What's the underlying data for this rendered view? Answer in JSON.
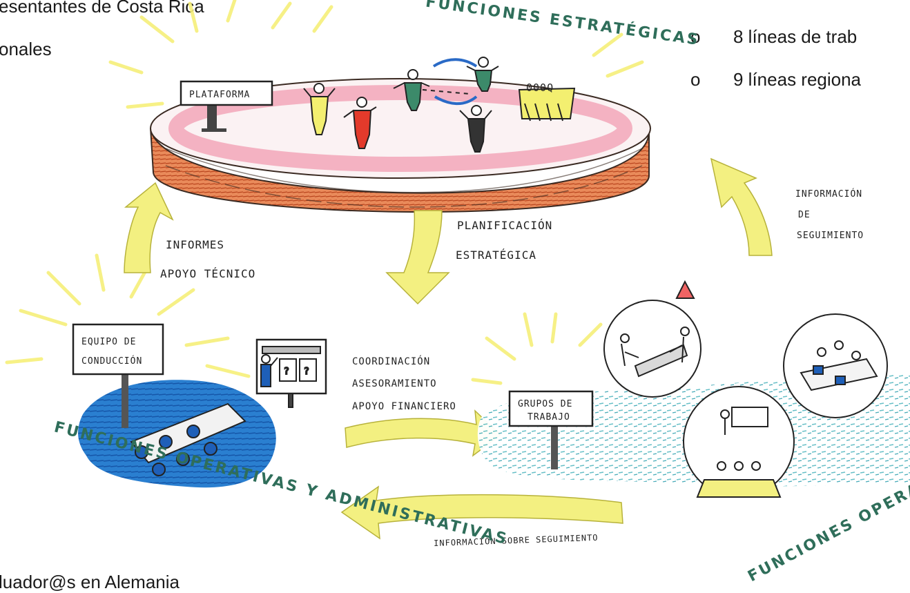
{
  "slide": {
    "top_left_lines": [
      "esentantes de Costa Rica",
      "onales"
    ],
    "bullet_marker": "o",
    "right_bullets": [
      "8 líneas de trab",
      "9 líneas regiona"
    ],
    "bottom_left": "luador@s en Alemania"
  },
  "diagram": {
    "strategic_title": "FUNCIONES ESTRATÉGICAS",
    "platform_sign": "PLATAFORMA",
    "crowd_speech": "000Q",
    "left_arrow_label": [
      "INFORMES",
      "APOYO TÉCNICO"
    ],
    "center_arrow_label": [
      "PLANIFICACIÓN",
      "ESTRATÉGICA"
    ],
    "right_arrow_label": [
      "INFORMACIÓN",
      "DE",
      "SEGUIMIENTO"
    ],
    "team_sign": [
      "EQUIPO DE",
      "CONDUCCIÓN"
    ],
    "board_marks": [
      "?",
      "?"
    ],
    "forward_arrow_label": [
      "COORDINACIÓN",
      "ASESORAMIENTO",
      "APOYO FINANCIERO"
    ],
    "groups_sign": [
      "GRUPOS DE",
      "TRABAJO"
    ],
    "back_arrow_label": "INFORMACIÓN SOBRE SEGUIMIENTO",
    "left_bottom_title": "FUNCIONES OPERATIVAS Y ADMINISTRATIVAS",
    "right_bottom_title": "FUNCIONES OPERATIVAS"
  },
  "colors": {
    "arrow_yellow": "#f3f081",
    "glow_yellow": "#f6ef79",
    "platform_pink": "#f2b8c4",
    "platform_band": "#d96b3c",
    "water_blue": "#1f74c9",
    "water_teal": "#63c0c6",
    "title_green": "#2f6e5a"
  }
}
